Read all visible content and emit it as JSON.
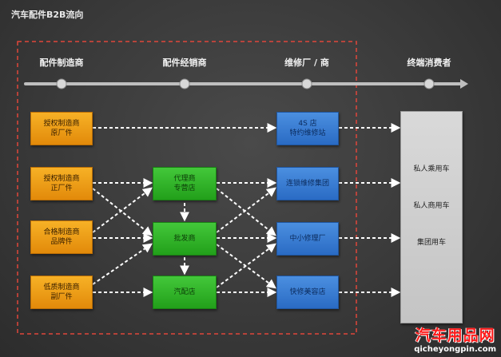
{
  "title": "汽车配件B2B流向",
  "stages": [
    "配件制造商",
    "配件经销商",
    "维修厂 / 商",
    "终端消费者"
  ],
  "manufacturers": [
    {
      "line1": "授权制造商",
      "line2": "原厂件"
    },
    {
      "line1": "授权制造商",
      "line2": "正厂件"
    },
    {
      "line1": "合格制造商",
      "line2": "品牌件"
    },
    {
      "line1": "低质制造商",
      "line2": "副厂件"
    }
  ],
  "distributors": [
    {
      "line1": "代理商",
      "line2": "专营店"
    },
    {
      "line1": "批发商",
      "line2": ""
    },
    {
      "line1": "汽配店",
      "line2": ""
    }
  ],
  "repairers": [
    {
      "line1": "4S 店",
      "line2": "特约维修站"
    },
    {
      "line1": "连锁维修集团",
      "line2": ""
    },
    {
      "line1": "中小修理厂",
      "line2": ""
    },
    {
      "line1": "快修美容店",
      "line2": ""
    }
  ],
  "consumers": [
    "私人乘用车",
    "私人商用车",
    "集团用车"
  ],
  "watermark": {
    "name": "汽车用品网",
    "url": "qicheyongpin.com"
  },
  "colors": {
    "manufacturer": "#f0a020",
    "distributor": "#2fb526",
    "repairer": "#3a7fd5",
    "consumer": "#cccccc",
    "frame": "#e0463a"
  }
}
